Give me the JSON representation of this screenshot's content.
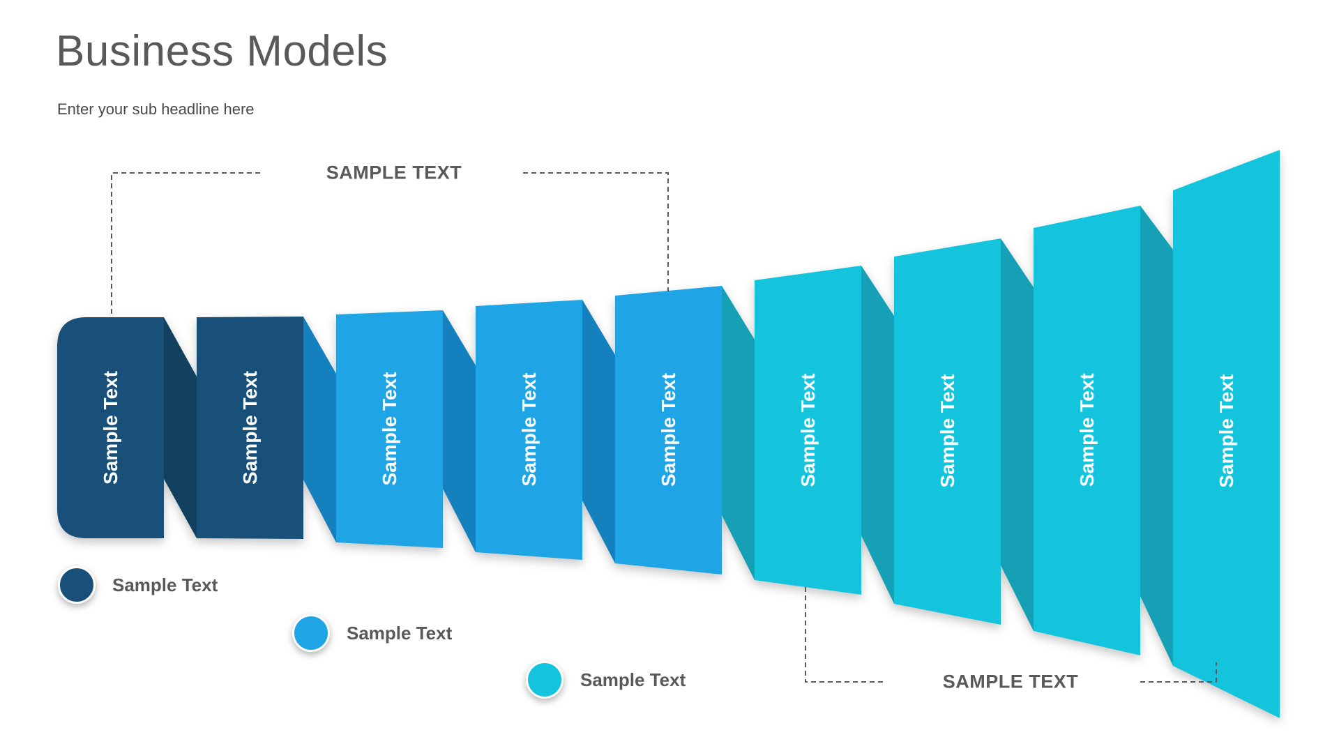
{
  "slide": {
    "title": "Business Models",
    "subtitle": "Enter your sub headline here"
  },
  "callouts": {
    "top_label": "SAMPLE TEXT",
    "bottom_label": "SAMPLE TEXT"
  },
  "colors": {
    "navy": "#185079",
    "navy_fold": "#12405F",
    "blue": "#1FA4E6",
    "blue_fold": "#1580BE",
    "cyan": "#14C4DC",
    "cyan_fold": "#16A0B6",
    "line": "#595959",
    "panel_text": "#FFFFFF"
  },
  "panels": [
    {
      "label": "Sample Text",
      "group": "navy"
    },
    {
      "label": "Sample Text",
      "group": "navy"
    },
    {
      "label": "Sample Text",
      "group": "blue"
    },
    {
      "label": "Sample Text",
      "group": "blue"
    },
    {
      "label": "Sample Text",
      "group": "blue"
    },
    {
      "label": "Sample Text",
      "group": "cyan"
    },
    {
      "label": "Sample Text",
      "group": "cyan"
    },
    {
      "label": "Sample Text",
      "group": "cyan"
    },
    {
      "label": "Sample Text",
      "group": "cyan"
    }
  ],
  "legend": [
    {
      "label": "Sample Text",
      "group": "navy"
    },
    {
      "label": "Sample Text",
      "group": "blue"
    },
    {
      "label": "Sample Text",
      "group": "cyan"
    }
  ]
}
